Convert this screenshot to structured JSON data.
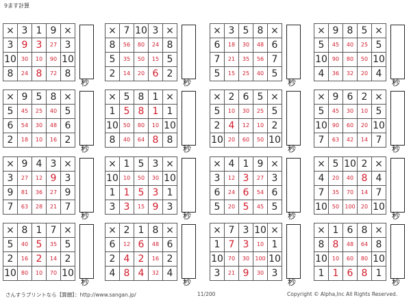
{
  "header": {
    "title": "9ます計算"
  },
  "footer": {
    "site": "さんすうプリントなら【算願】：http://www.sangan.jp/",
    "page": "11/200",
    "copyright": "Copyright © Alpha,Inc All Rights Reserved."
  },
  "grid": {
    "operator": "×",
    "time_unit": "秒"
  },
  "colors": {
    "answer": "#d11a2a",
    "text": "#222222"
  },
  "puzzles": [
    {
      "top": [
        "3",
        "1",
        "9"
      ],
      "rows": [
        {
          "left": "3",
          "cells": [
            "9",
            "3",
            "27"
          ],
          "right": "3"
        },
        {
          "left": "10",
          "cells": [
            "30",
            "10",
            "90"
          ],
          "right": "10"
        },
        {
          "left": "8",
          "cells": [
            "24",
            "8",
            "72"
          ],
          "right": "8"
        }
      ]
    },
    {
      "top": [
        "7",
        "10",
        "3"
      ],
      "rows": [
        {
          "left": "8",
          "cells": [
            "56",
            "80",
            "24"
          ],
          "right": "8"
        },
        {
          "left": "5",
          "cells": [
            "35",
            "50",
            "15"
          ],
          "right": "5"
        },
        {
          "left": "2",
          "cells": [
            "14",
            "20",
            "6"
          ],
          "right": "2"
        }
      ]
    },
    {
      "top": [
        "3",
        "5",
        "8"
      ],
      "rows": [
        {
          "left": "6",
          "cells": [
            "18",
            "30",
            "48"
          ],
          "right": "6"
        },
        {
          "left": "7",
          "cells": [
            "21",
            "35",
            "56"
          ],
          "right": "7"
        },
        {
          "left": "5",
          "cells": [
            "15",
            "25",
            "40"
          ],
          "right": "5"
        }
      ]
    },
    {
      "top": [
        "9",
        "8",
        "5"
      ],
      "rows": [
        {
          "left": "5",
          "cells": [
            "45",
            "40",
            "25"
          ],
          "right": "5"
        },
        {
          "left": "10",
          "cells": [
            "90",
            "80",
            "50"
          ],
          "right": "10"
        },
        {
          "left": "4",
          "cells": [
            "36",
            "32",
            "20"
          ],
          "right": "4"
        }
      ]
    },
    {
      "top": [
        "9",
        "5",
        "8"
      ],
      "rows": [
        {
          "left": "5",
          "cells": [
            "45",
            "25",
            "40"
          ],
          "right": "5"
        },
        {
          "left": "6",
          "cells": [
            "54",
            "30",
            "48"
          ],
          "right": "6"
        },
        {
          "left": "2",
          "cells": [
            "18",
            "10",
            "16"
          ],
          "right": "2"
        }
      ]
    },
    {
      "top": [
        "5",
        "8",
        "1"
      ],
      "rows": [
        {
          "left": "1",
          "cells": [
            "5",
            "8",
            "1"
          ],
          "right": "1"
        },
        {
          "left": "10",
          "cells": [
            "50",
            "80",
            "10"
          ],
          "right": "10"
        },
        {
          "left": "8",
          "cells": [
            "40",
            "64",
            "8"
          ],
          "right": "8"
        }
      ]
    },
    {
      "top": [
        "2",
        "6",
        "5"
      ],
      "rows": [
        {
          "left": "5",
          "cells": [
            "10",
            "30",
            "25"
          ],
          "right": "5"
        },
        {
          "left": "2",
          "cells": [
            "4",
            "12",
            "10"
          ],
          "right": "2"
        },
        {
          "left": "10",
          "cells": [
            "20",
            "60",
            "50"
          ],
          "right": "10"
        }
      ]
    },
    {
      "top": [
        "9",
        "6",
        "2"
      ],
      "rows": [
        {
          "left": "5",
          "cells": [
            "45",
            "30",
            "10"
          ],
          "right": "5"
        },
        {
          "left": "10",
          "cells": [
            "90",
            "60",
            "20"
          ],
          "right": "10"
        },
        {
          "left": "7",
          "cells": [
            "63",
            "42",
            "14"
          ],
          "right": "7"
        }
      ]
    },
    {
      "top": [
        "9",
        "4",
        "3"
      ],
      "rows": [
        {
          "left": "3",
          "cells": [
            "27",
            "12",
            "9"
          ],
          "right": "3"
        },
        {
          "left": "9",
          "cells": [
            "81",
            "36",
            "27"
          ],
          "right": "9"
        },
        {
          "left": "7",
          "cells": [
            "63",
            "28",
            "21"
          ],
          "right": "7"
        }
      ]
    },
    {
      "top": [
        "1",
        "5",
        "3"
      ],
      "rows": [
        {
          "left": "10",
          "cells": [
            "10",
            "50",
            "30"
          ],
          "right": "10"
        },
        {
          "left": "1",
          "cells": [
            "1",
            "5",
            "3"
          ],
          "right": "1"
        },
        {
          "left": "3",
          "cells": [
            "3",
            "15",
            "9"
          ],
          "right": "3"
        }
      ]
    },
    {
      "top": [
        "4",
        "1",
        "9"
      ],
      "rows": [
        {
          "left": "3",
          "cells": [
            "12",
            "3",
            "27"
          ],
          "right": "3"
        },
        {
          "left": "6",
          "cells": [
            "24",
            "6",
            "54"
          ],
          "right": "6"
        },
        {
          "left": "5",
          "cells": [
            "20",
            "5",
            "45"
          ],
          "right": "5"
        }
      ]
    },
    {
      "top": [
        "5",
        "10",
        "2"
      ],
      "rows": [
        {
          "left": "4",
          "cells": [
            "20",
            "40",
            "8"
          ],
          "right": "4"
        },
        {
          "left": "7",
          "cells": [
            "35",
            "70",
            "14"
          ],
          "right": "7"
        },
        {
          "left": "10",
          "cells": [
            "50",
            "100",
            "20"
          ],
          "right": "10"
        }
      ]
    },
    {
      "top": [
        "8",
        "1",
        "7"
      ],
      "rows": [
        {
          "left": "5",
          "cells": [
            "40",
            "5",
            "35"
          ],
          "right": "5"
        },
        {
          "left": "2",
          "cells": [
            "16",
            "2",
            "14"
          ],
          "right": "2"
        },
        {
          "left": "10",
          "cells": [
            "80",
            "10",
            "70"
          ],
          "right": "10"
        }
      ]
    },
    {
      "top": [
        "2",
        "1",
        "8"
      ],
      "rows": [
        {
          "left": "6",
          "cells": [
            "12",
            "6",
            "48"
          ],
          "right": "6"
        },
        {
          "left": "2",
          "cells": [
            "4",
            "2",
            "16"
          ],
          "right": "2"
        },
        {
          "left": "4",
          "cells": [
            "8",
            "4",
            "32"
          ],
          "right": "4"
        }
      ]
    },
    {
      "top": [
        "7",
        "3",
        "10"
      ],
      "rows": [
        {
          "left": "1",
          "cells": [
            "7",
            "3",
            "10"
          ],
          "right": "1"
        },
        {
          "left": "10",
          "cells": [
            "70",
            "30",
            "100"
          ],
          "right": "10"
        },
        {
          "left": "3",
          "cells": [
            "21",
            "9",
            "30"
          ],
          "right": "3"
        }
      ]
    },
    {
      "top": [
        "1",
        "6",
        "8"
      ],
      "rows": [
        {
          "left": "8",
          "cells": [
            "8",
            "48",
            "64"
          ],
          "right": "8"
        },
        {
          "left": "10",
          "cells": [
            "10",
            "60",
            "80"
          ],
          "right": "10"
        },
        {
          "left": "1",
          "cells": [
            "1",
            "6",
            "8"
          ],
          "right": "1"
        }
      ]
    }
  ]
}
